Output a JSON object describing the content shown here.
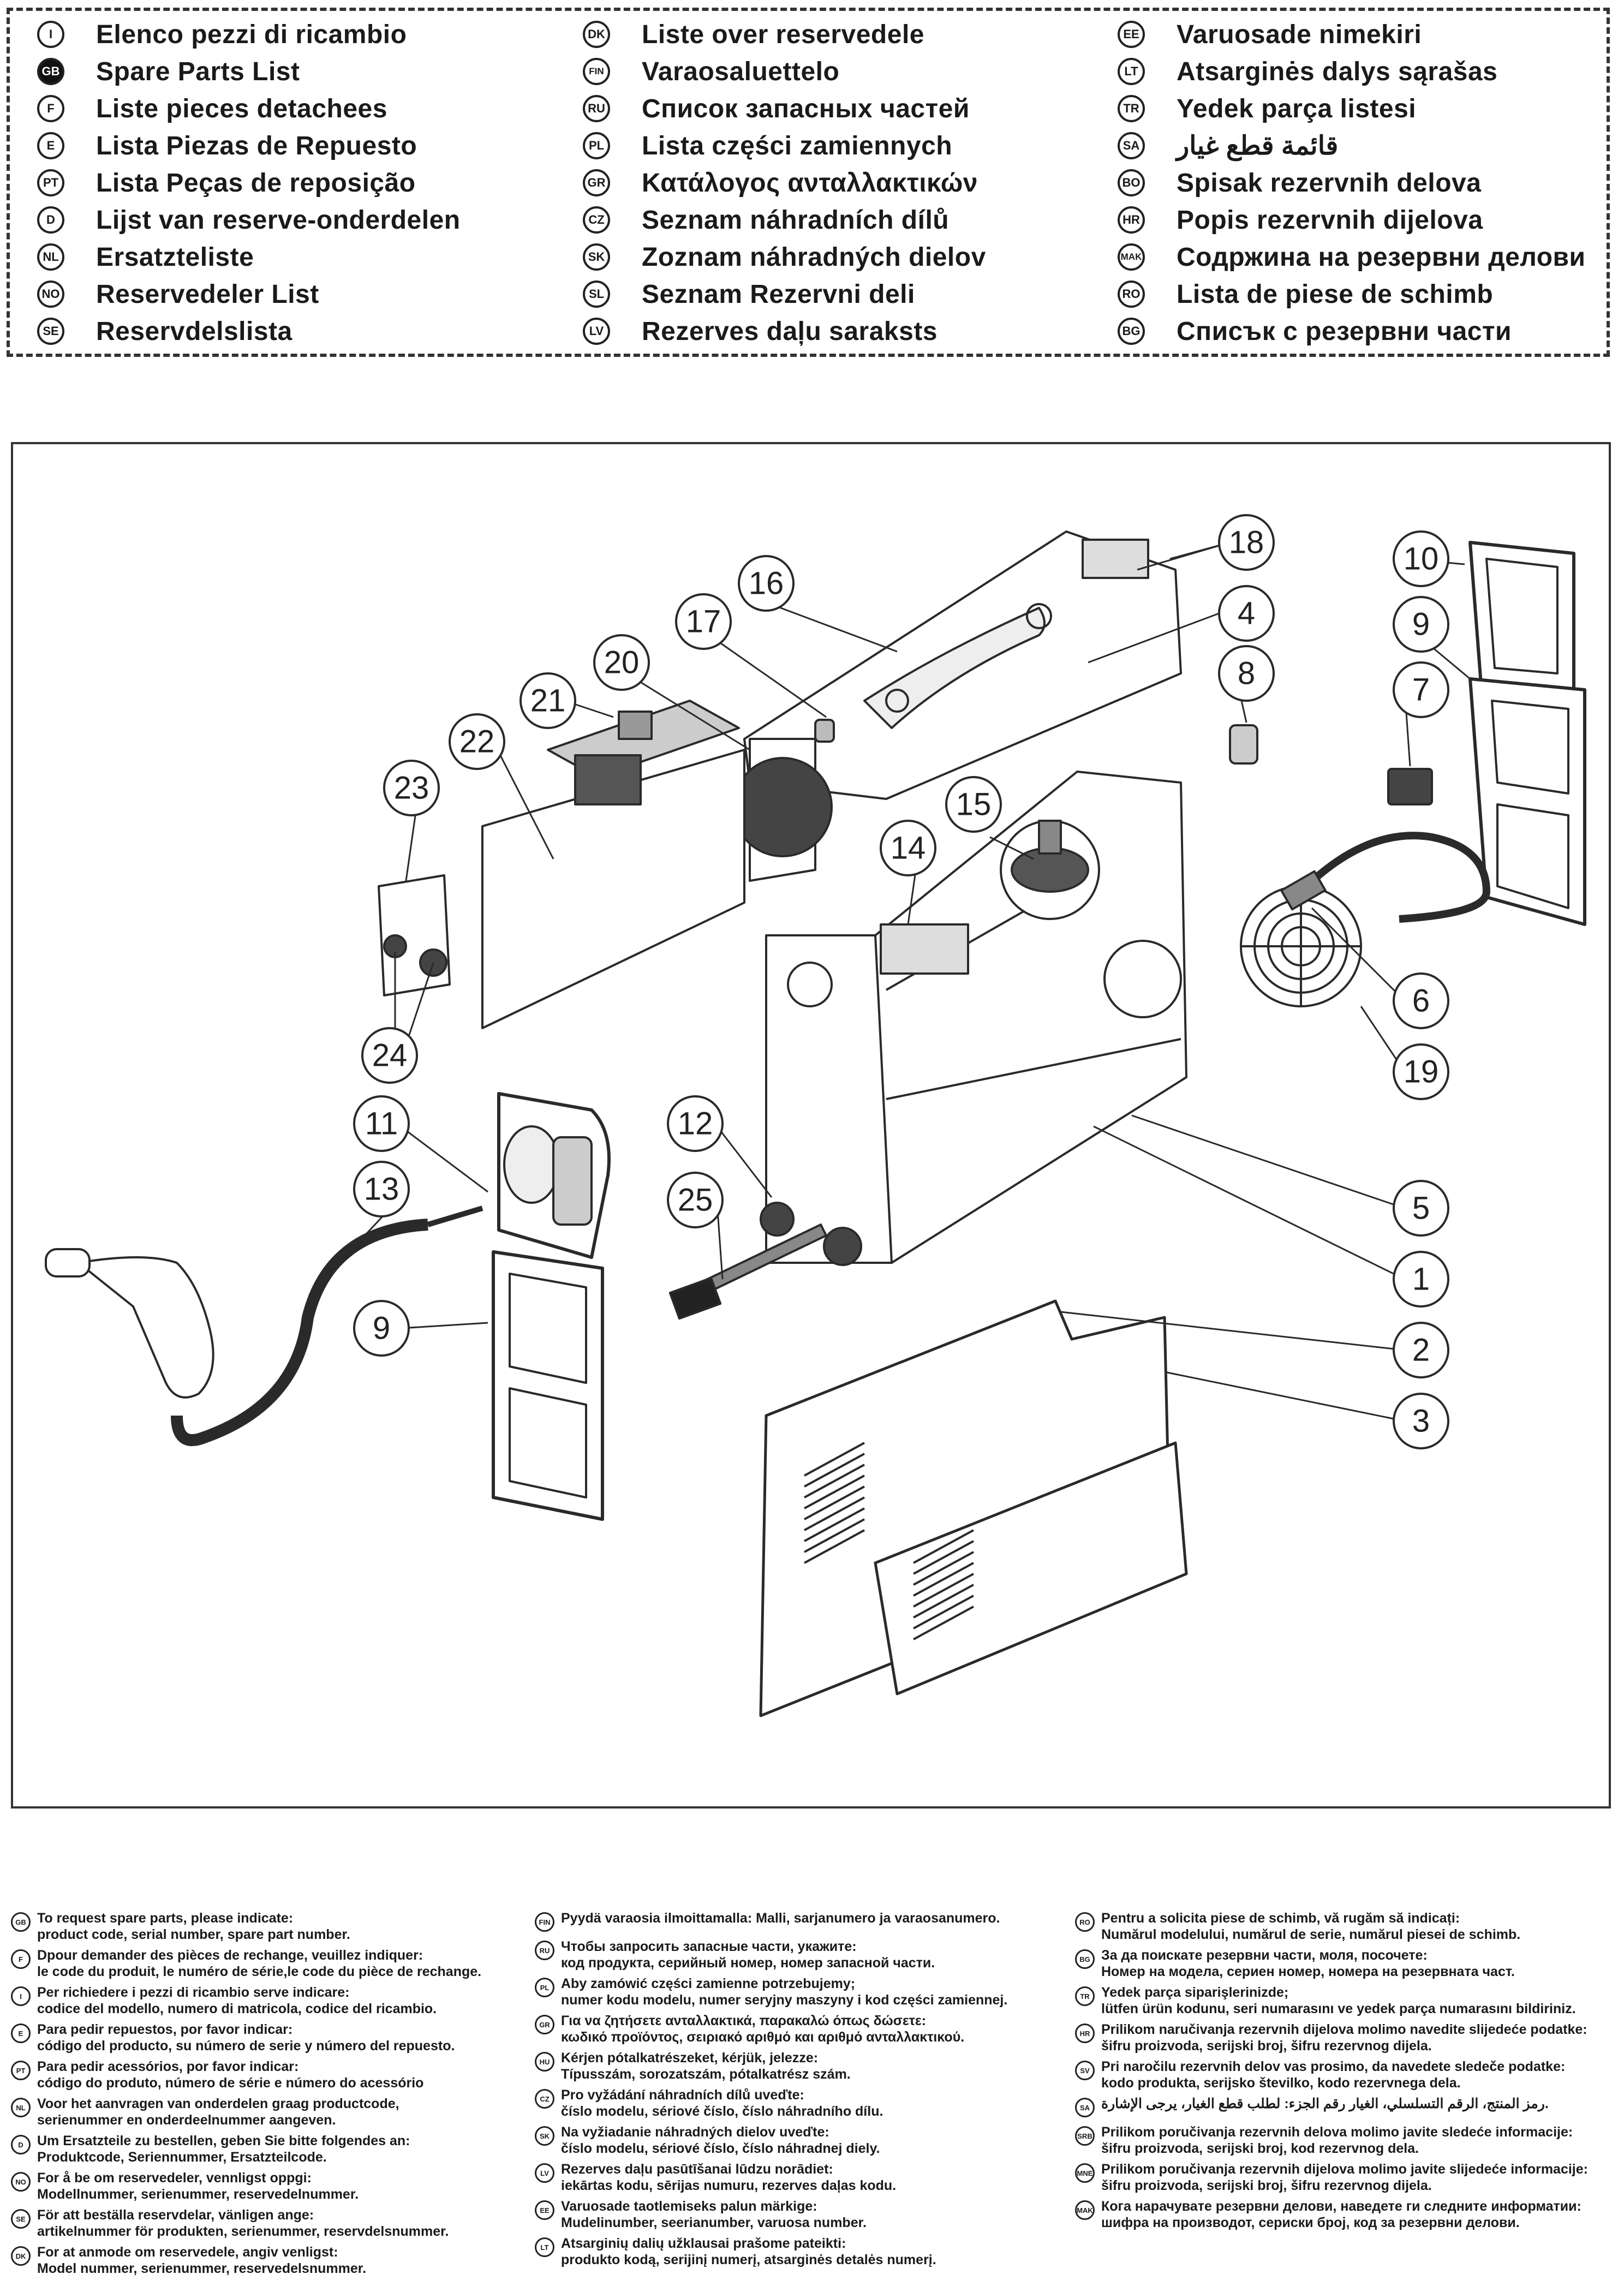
{
  "spare_parts_titles": {
    "col1": [
      {
        "code": "I",
        "label": "Elenco pezzi di ricambio"
      },
      {
        "code": "GB",
        "label": "Spare Parts List"
      },
      {
        "code": "F",
        "label": "Liste pieces detachees"
      },
      {
        "code": "E",
        "label": "Lista Piezas de Repuesto"
      },
      {
        "code": "PT",
        "label": "Lista Peças de reposição"
      },
      {
        "code": "D",
        "label": "Lijst van reserve-onderdelen"
      },
      {
        "code": "NL",
        "label": "Ersatzteliste"
      },
      {
        "code": "NO",
        "label": "Reservedeler List"
      },
      {
        "code": "SE",
        "label": "Reservdelslista"
      }
    ],
    "col2": [
      {
        "code": "DK",
        "label": "Liste over reservedele"
      },
      {
        "code": "FIN",
        "label": "Varaosaluettelo"
      },
      {
        "code": "RU",
        "label": "Список запасных частей"
      },
      {
        "code": "PL",
        "label": "Lista części zamiennych"
      },
      {
        "code": "GR",
        "label": "Κατάλογος ανταλλακτικών"
      },
      {
        "code": "CZ",
        "label": "Seznam náhradních dílů"
      },
      {
        "code": "SK",
        "label": "Zoznam náhradných dielov"
      },
      {
        "code": "SL",
        "label": "Seznam Rezervni deli"
      },
      {
        "code": "LV",
        "label": "Rezerves daļu saraksts"
      }
    ],
    "col3": [
      {
        "code": "EE",
        "label": "Varuosade nimekiri"
      },
      {
        "code": "LT",
        "label": "Atsarginės dalys sąrašas"
      },
      {
        "code": "TR",
        "label": "Yedek parça listesi"
      },
      {
        "code": "SA",
        "label": "قائمة قطع غيار"
      },
      {
        "code": "BO",
        "label": "Spisak rezervnih delova"
      },
      {
        "code": "HR",
        "label": "Popis rezervnih dijelova"
      },
      {
        "code": "MAK",
        "label": "Содржина на резервни делови"
      },
      {
        "code": "RO",
        "label": "Lista de piese de schimb"
      },
      {
        "code": "BG",
        "label": "Списък с резервни части"
      }
    ]
  },
  "diagram": {
    "part_numbers": [
      "1",
      "2",
      "3",
      "4",
      "5",
      "6",
      "7",
      "8",
      "9",
      "9",
      "10",
      "11",
      "12",
      "13",
      "14",
      "15",
      "16",
      "17",
      "18",
      "19",
      "20",
      "21",
      "22",
      "23",
      "24",
      "25"
    ]
  },
  "ordering_instructions": {
    "col1": [
      {
        "code": "GB",
        "text": "To request spare parts, please indicate:\nproduct code, serial number, spare part number."
      },
      {
        "code": "F",
        "text": "Dpour demander des pièces de rechange, veuillez indiquer:\nle code du produit, le numéro de série,le code du pièce de rechange."
      },
      {
        "code": "I",
        "text": "Per richiedere i pezzi di ricambio serve indicare:\ncodice del modello, numero di matricola, codice del ricambio."
      },
      {
        "code": "E",
        "text": "Para pedir repuestos, por favor indicar:\ncódigo del producto, su número de serie y número del repuesto."
      },
      {
        "code": "PT",
        "text": "Para pedir acessórios, por favor indicar:\ncódigo do produto, número de série e número do acessório"
      },
      {
        "code": "NL",
        "text": "Voor het aanvragen van onderdelen graag productcode,\nserienummer en onderdeelnummer aangeven."
      },
      {
        "code": "D",
        "text": "Um Ersatzteile zu bestellen, geben Sie bitte folgendes an:\nProduktcode, Seriennummer, Ersatzteilcode."
      },
      {
        "code": "NO",
        "text": "For å be om reservedeler, vennligst oppgi:\nModellnummer, serienummer, reservedelnummer."
      },
      {
        "code": "SE",
        "text": "För att beställa reservdelar, vänligen ange:\nartikelnummer för produkten, serienummer, reservdelsnummer."
      },
      {
        "code": "DK",
        "text": "For at anmode om reservedele, angiv venligst:\nModel nummer, serienummer, reservedelsnummer."
      }
    ],
    "col2": [
      {
        "code": "FIN",
        "text": "Pyydä varaosia ilmoittamalla: Malli, sarjanumero ja varaosanumero."
      },
      {
        "code": "RU",
        "text": "Чтобы запросить запасные части, укажите:\nкод продукта, серийный номер, номер запасной части."
      },
      {
        "code": "PL",
        "text": "Aby zamówić części zamienne potrzebujemy;\nnumer kodu modelu, numer seryjny maszyny i kod części zamiennej."
      },
      {
        "code": "GR",
        "text": "Για να ζητήσετε ανταλλακτικά, παρακαλώ όπως δώσετε:\nκωδικό προϊόντος, σειριακό αριθμό και αριθμό ανταλλακτικού."
      },
      {
        "code": "HU",
        "text": "Kérjen pótalkatrészeket, kérjük, jelezze:\nTípusszám, sorozatszám, pótalkatrész szám."
      },
      {
        "code": "CZ",
        "text": "Pro vyžádání náhradních dílů uveďte:\nčíslo modelu, sériové číslo, číslo náhradního dílu."
      },
      {
        "code": "SK",
        "text": "Na vyžiadanie náhradných dielov uveďte:\nčíslo modelu, sériové číslo, číslo náhradnej diely."
      },
      {
        "code": "LV",
        "text": "Rezerves daļu pasūtīšanai lūdzu norādiet:\niekārtas kodu, sērijas numuru, rezerves daļas kodu."
      },
      {
        "code": "EE",
        "text": "Varuosade taotlemiseks palun märkige:\nMudelinumber, seerianumber, varuosa number."
      },
      {
        "code": "LT",
        "text": "Atsarginių dalių užklausai prašome pateikti:\nprodukto kodą, serijinį numerį, atsarginės detalės numerį."
      }
    ],
    "col3": [
      {
        "code": "RO",
        "text": "Pentru a solicita piese de schimb, vă rugăm să indicați:\nNumărul modelului, numărul de serie, numărul piesei de schimb."
      },
      {
        "code": "BG",
        "text": "За да поискате резервни части, моля, посочете:\nНомер на модела, сериен номер, номера на резервната част."
      },
      {
        "code": "TR",
        "text": "Yedek parça siparişlerinizde;\nlütfen ürün kodunu, seri numarasını ve yedek parça numarasını bildiriniz."
      },
      {
        "code": "HR",
        "text": "Prilikom naručivanja rezervnih dijelova molimo navedite slijedeće podatke:\nšifru proizvoda, serijski broj, šifru rezervnog dijela."
      },
      {
        "code": "SV",
        "text": "Pri naročilu rezervnih delov vas prosimo, da navedete sledeče podatke:\nkodo produkta, serijsko številko, kodo rezervnega dela."
      },
      {
        "code": "SA",
        "text": "رمز المنتج، الرقم التسلسلي، الغيار رقم الجزء: لطلب قطع الغيار، يرجى الإشارة."
      },
      {
        "code": "SRB",
        "text": "Prilikom poručivanja rezervnih delova molimo javite sledeće informacije:\nšifru proizvoda, serijski broj, kod rezervnog dela."
      },
      {
        "code": "MNE",
        "text": "Prilikom poručivanja rezervnih dijelova molimo javite slijedeće informacije:\nšifru proizvoda, serijski broj, šifru rezervnog dijela."
      },
      {
        "code": "MAK",
        "text": "Кога нарачувате резервни делови, наведете ги следните информатии:\nшифра на производот, сериски број, код за резервни делови."
      }
    ]
  }
}
